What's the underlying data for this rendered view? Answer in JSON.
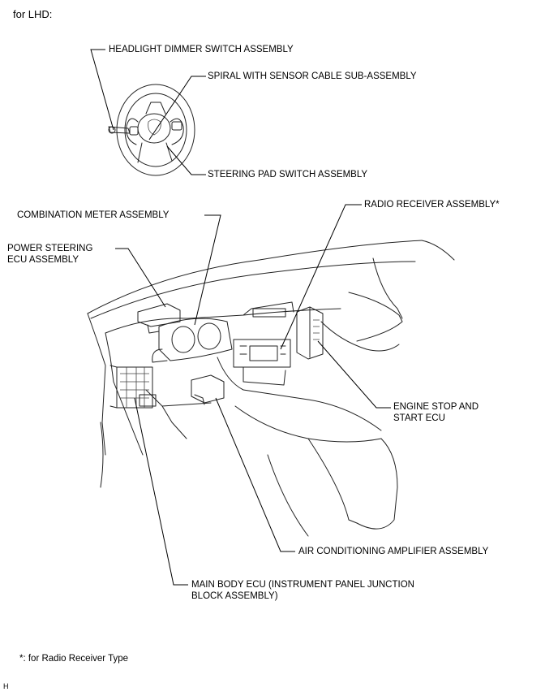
{
  "header": {
    "variant": "for LHD:"
  },
  "labels": {
    "headlight_dimmer": "HEADLIGHT DIMMER SWITCH ASSEMBLY",
    "spiral_cable": "SPIRAL WITH SENSOR CABLE SUB-ASSEMBLY",
    "steering_pad": "STEERING PAD SWITCH ASSEMBLY",
    "radio_receiver": "RADIO RECEIVER ASSEMBLY*",
    "combination_meter": "COMBINATION METER ASSEMBLY",
    "power_steering_ecu": "POWER STEERING ECU ASSEMBLY",
    "engine_stop_start": "ENGINE STOP AND START ECU",
    "air_conditioning": "AIR CONDITIONING AMPLIFIER ASSEMBLY",
    "main_body_ecu": "MAIN BODY ECU (INSTRUMENT PANEL JUNCTION BLOCK ASSEMBLY)"
  },
  "footnote": "*: for Radio Receiver Type",
  "corner_mark": "H"
}
